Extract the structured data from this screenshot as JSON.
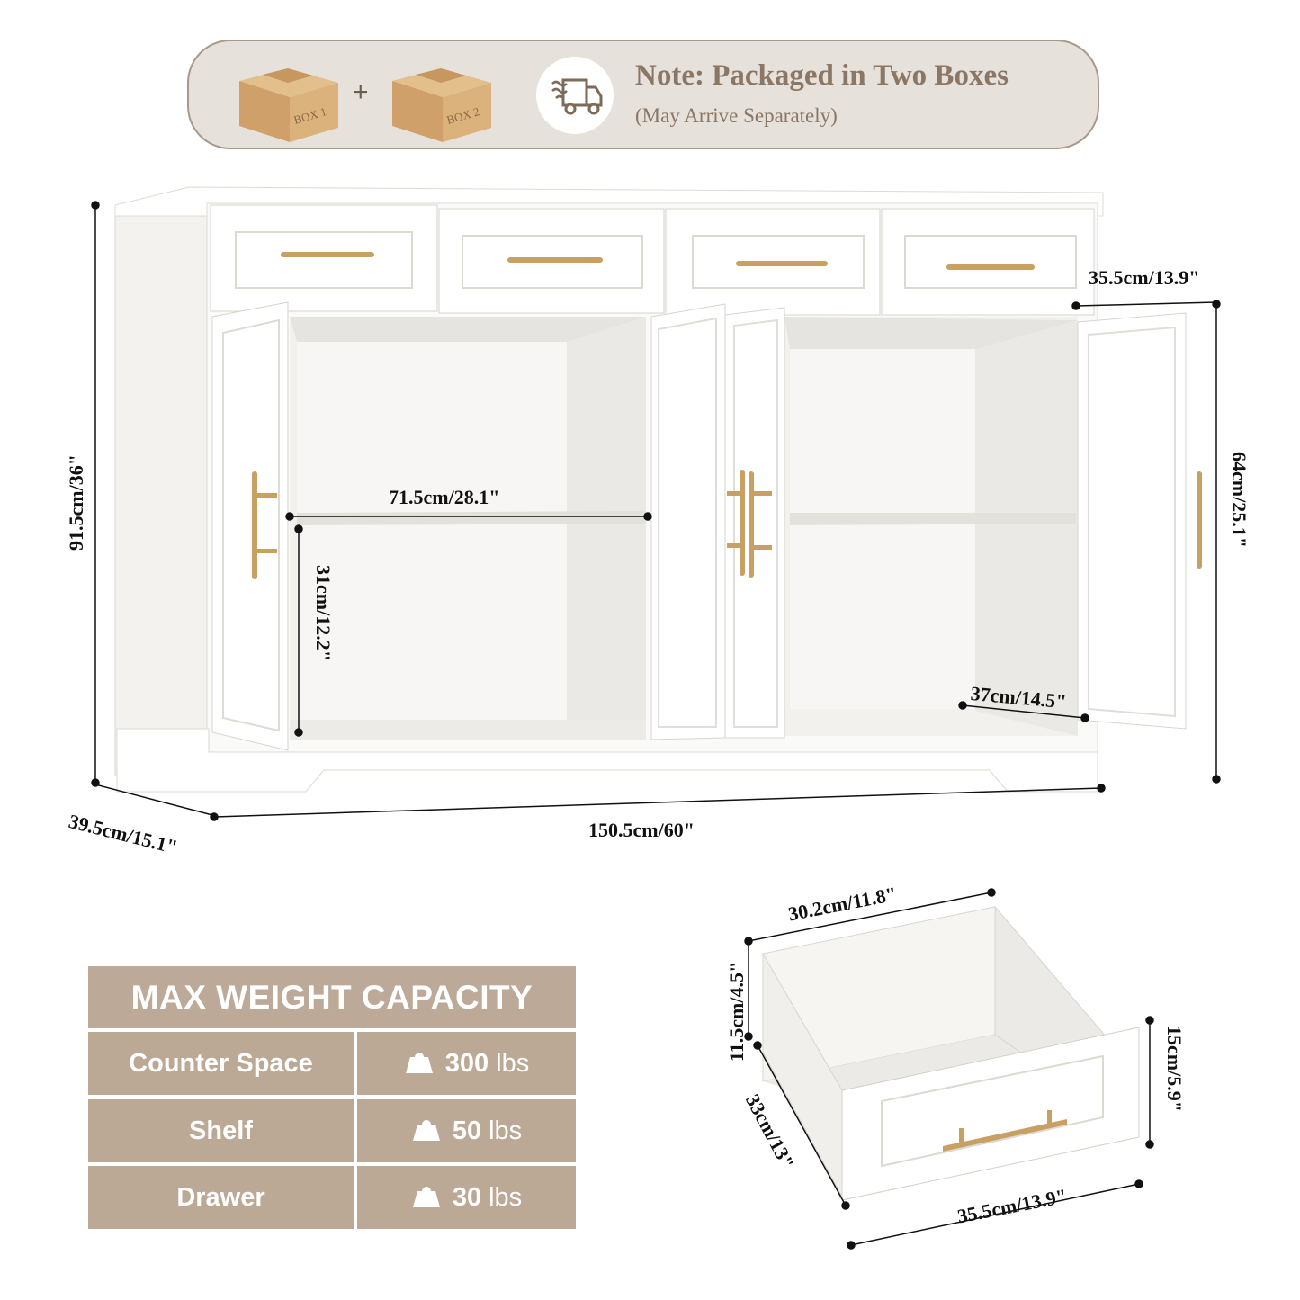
{
  "banner": {
    "box1_label": "BOX 1",
    "plus": "+",
    "box2_label": "BOX 2",
    "title": "Note: Packaged in Two Boxes",
    "subtitle": "(May Arrive Separately)",
    "truck_icon": "delivery-truck-icon"
  },
  "dimensions": {
    "overall_height": "91.5cm/36\"",
    "overall_depth": "39.5cm/15.1\"",
    "overall_width": "150.5cm/60\"",
    "interior_width": "71.5cm/28.1\"",
    "shelf_height": "31cm/12.2\"",
    "interior_depth": "37cm/14.5\"",
    "drawer_width_top": "35.5cm/13.9\"",
    "cabinet_height": "64cm/25.1\""
  },
  "drawer_dimensions": {
    "inner_width": "30.2cm/11.8\"",
    "inner_height": "11.5cm/4.5\"",
    "depth": "33cm/13\"",
    "front_width": "35.5cm/13.9\"",
    "front_height": "15cm/5.9\""
  },
  "weight_capacity": {
    "header": "MAX WEIGHT CAPACITY",
    "rows": [
      {
        "label": "Counter Space",
        "value": "300",
        "unit": "lbs"
      },
      {
        "label": "Shelf",
        "value": "50",
        "unit": "lbs"
      },
      {
        "label": "Drawer",
        "value": "30",
        "unit": "lbs"
      }
    ]
  },
  "colors": {
    "cabinet": "#ffffff",
    "cabinet_shadow": "#e9e7e3",
    "handle_gold": "#c9a064",
    "table_fill": "#bba895",
    "banner_fill": "#e7e1db",
    "banner_text": "#8b7765",
    "box_brown": "#d4ab74"
  }
}
